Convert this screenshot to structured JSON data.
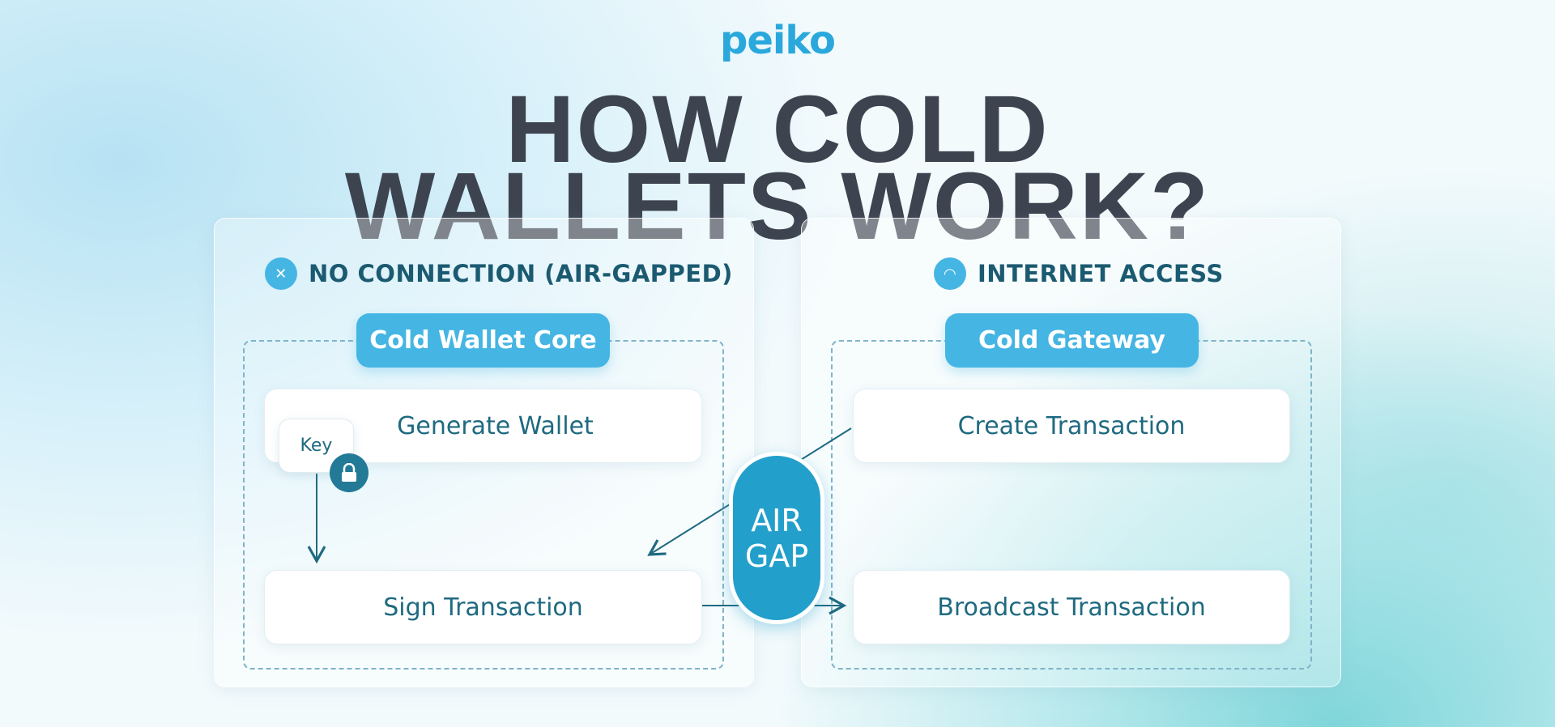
{
  "logo": "peiko",
  "title": {
    "line1": "HOW COLD",
    "line2": "WALLETS WORK?"
  },
  "left": {
    "header": "NO CONNECTION (AIR-GAPPED)",
    "icon": "no-signal-icon",
    "group": "Cold Wallet Core",
    "steps": [
      "Generate Wallet",
      "Sign Transaction"
    ],
    "key_label": "Key"
  },
  "right": {
    "header": "INTERNET ACCESS",
    "icon": "wifi-icon",
    "group": "Cold Gateway",
    "steps": [
      "Create Transaction",
      "Broadcast Transaction"
    ]
  },
  "airgap": {
    "line1": "AIR",
    "line2": "GAP"
  },
  "colors": {
    "accent": "#45b5e3",
    "airgap": "#229fcb",
    "title": "#3d4450",
    "text": "#1f6a80"
  }
}
